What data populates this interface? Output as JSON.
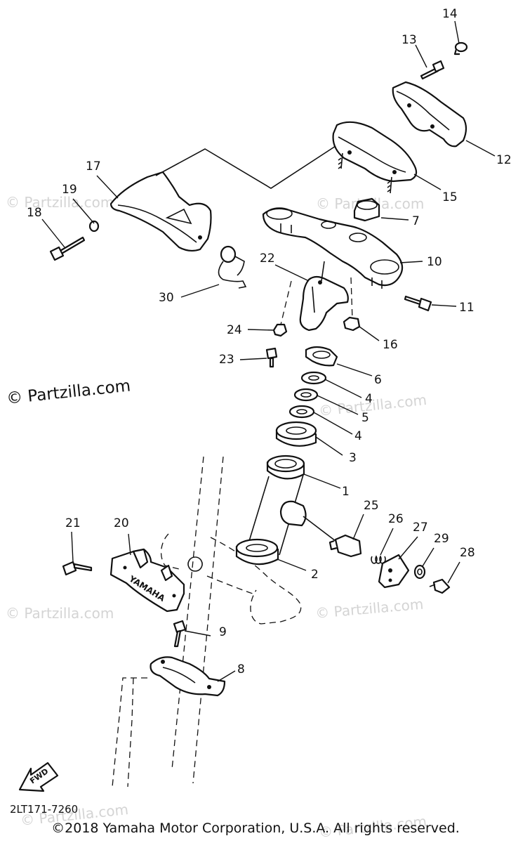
{
  "catalog_code": "2LT171-7260",
  "copyright": "©2018 Yamaha Motor Corporation, U.S.A. All rights reserved.",
  "watermark": "© Partzilla.com",
  "emblem_text": "YAMAHA",
  "fwd_label": "FWD",
  "callouts": [
    "1",
    "2",
    "3",
    "4",
    "5",
    "6",
    "7",
    "8",
    "9",
    "10",
    "11",
    "12",
    "13",
    "14",
    "15",
    "16",
    "17",
    "18",
    "19",
    "20",
    "21",
    "22",
    "23",
    "24",
    "25",
    "26",
    "27",
    "28",
    "29",
    "30"
  ],
  "callout_4b": "4"
}
